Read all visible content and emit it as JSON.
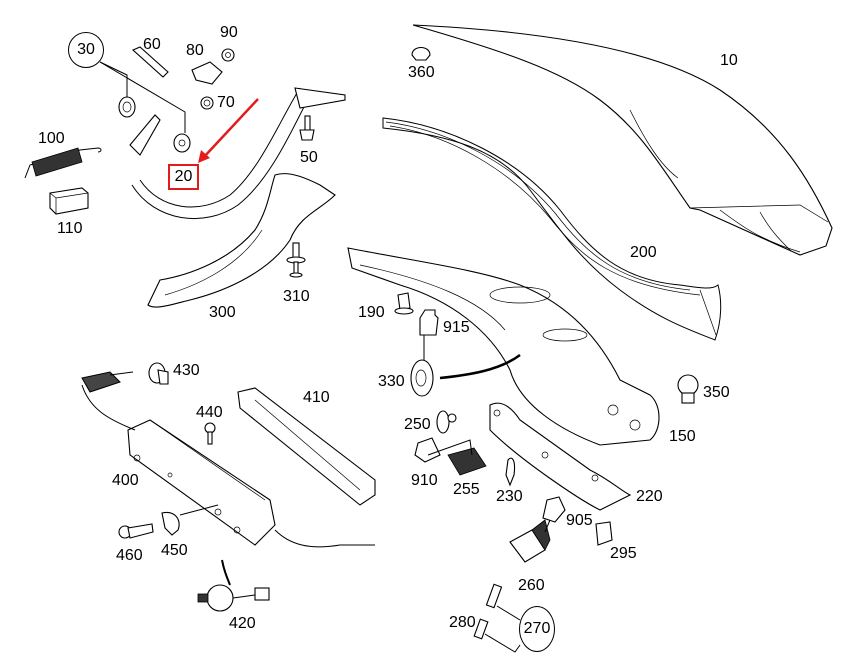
{
  "diagram": {
    "title": "Trunk lid assembly exploded parts diagram",
    "highlight_color": "#e31b1b",
    "highlighted_part": "20",
    "callouts": {
      "p10": "10",
      "p20": "20",
      "p30": "30",
      "p50": "50",
      "p60": "60",
      "p70": "70",
      "p80": "80",
      "p90": "90",
      "p100": "100",
      "p110": "110",
      "p150": "150",
      "p190": "190",
      "p200": "200",
      "p220": "220",
      "p230": "230",
      "p250": "250",
      "p255": "255",
      "p260": "260",
      "p270": "270",
      "p280": "280",
      "p295": "295",
      "p300": "300",
      "p310": "310",
      "p330": "330",
      "p350": "350",
      "p360": "360",
      "p400": "400",
      "p410": "410",
      "p420": "420",
      "p430": "430",
      "p440": "440",
      "p450": "450",
      "p460": "460",
      "p905": "905",
      "p910": "910",
      "p915": "915"
    },
    "group_circles": [
      "30",
      "270"
    ]
  }
}
